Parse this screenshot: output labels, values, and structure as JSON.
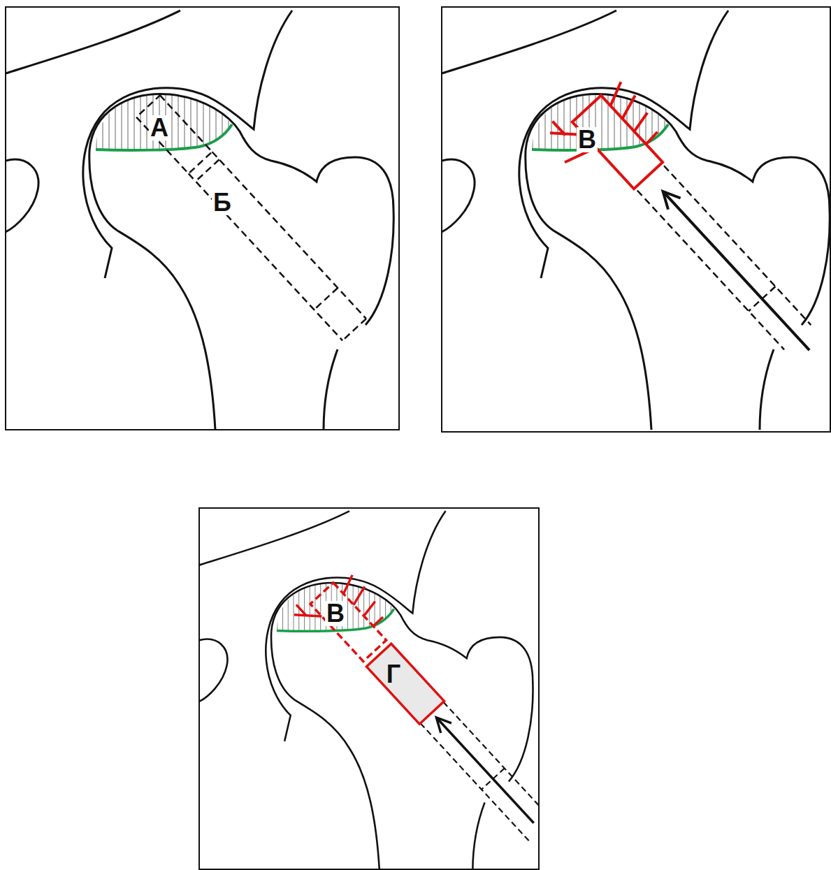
{
  "diagram": {
    "labels": [
      "А",
      "Б",
      "В",
      "В",
      "Г"
    ]
  }
}
